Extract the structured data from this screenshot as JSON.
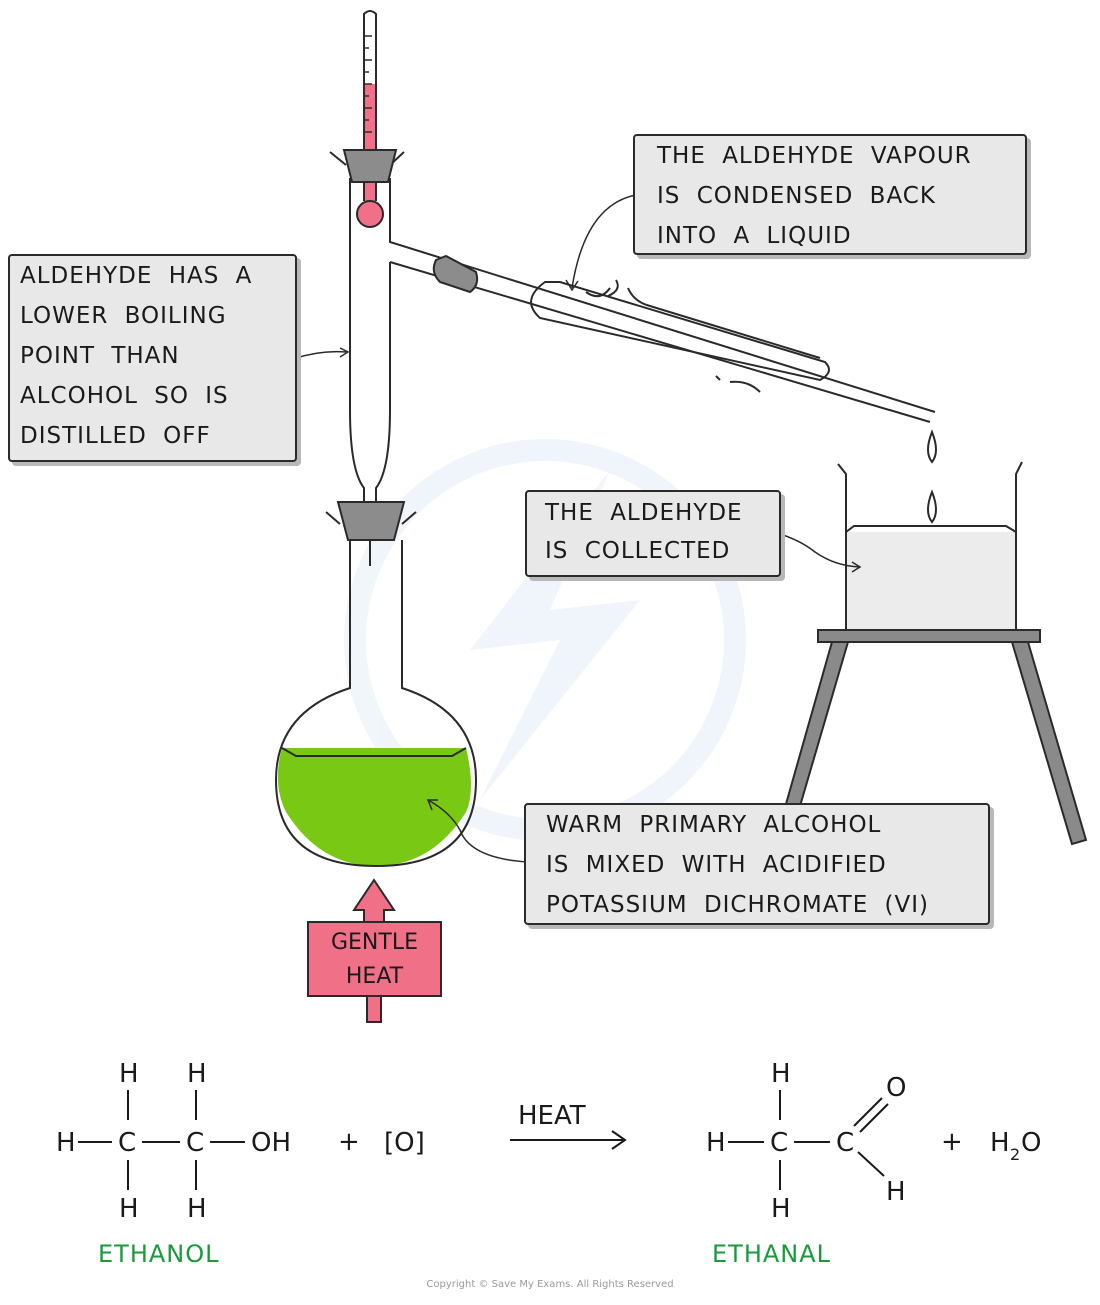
{
  "callouts": {
    "boiling": "ALDEHYDE  HAS A\nLOWER  BOILING\nPOINT  THAN\nALCOHOL  SO IS\nDISTILLED  OFF",
    "vapour": "THE  ALDEHYDE  VAPOUR\nIS  CONDENSED  BACK\nINTO  A  LIQUID",
    "collected": "THE  ALDEHYDE\nIS  COLLECTED",
    "warm": "WARM  PRIMARY ALCOHOL\nIS MIXED  WITH  ACIDIFIED\nPOTASSIUM  DICHROMATE  (VI)"
  },
  "heat_label": "GENTLE\nHEAT",
  "equation": {
    "ethanol": {
      "h": "H",
      "c": "C",
      "oh": "OH"
    },
    "plus1": "+",
    "oxidant": "[O]",
    "arrow_label": "HEAT",
    "ethanal": {
      "h": "H",
      "c": "C",
      "o": "O"
    },
    "plus2": "+",
    "water": {
      "main": "H",
      "sub": "2",
      "tail": "O"
    }
  },
  "names": {
    "ethanol": "ETHANOL",
    "ethanal": "ETHANAL"
  },
  "copyright": "Copyright © Save My Exams. All Rights Reserved",
  "colors": {
    "mixture": "#78c814",
    "thermometer_liquid": "#f07088",
    "heat_arrow": "#f07088",
    "callout_fill": "#e8e8e8",
    "stopper": "#8c8c8c",
    "stand": "#7a7a7a",
    "name_green": "#1a9a3a"
  },
  "icons": [
    "thermometer-icon",
    "heat-arrow-icon",
    "droplet-icon"
  ]
}
